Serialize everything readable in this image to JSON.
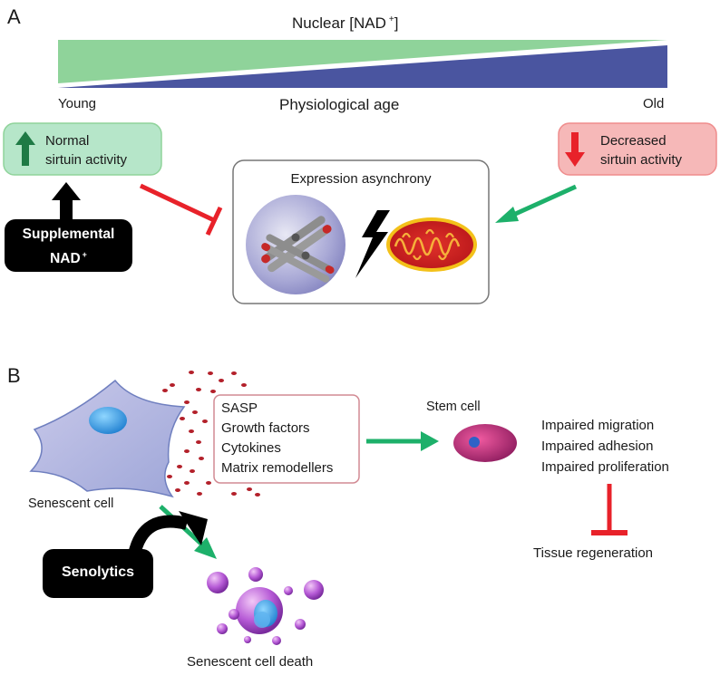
{
  "panel_a": {
    "letter": "A",
    "nad_label": "Nuclear [NAD",
    "nad_sup": "+",
    "nad_close": "]",
    "young": "Young",
    "old": "Old",
    "axis_label": "Physiological age",
    "normal_line1": "Normal",
    "normal_line2": "sirtuin activity",
    "decreased_line1": "Decreased",
    "decreased_line2": "sirtuin activity",
    "supplemental_line1": "Supplemental",
    "supplemental_line2": "NAD",
    "supplemental_sup": "+",
    "expression_title": "Expression asynchrony"
  },
  "panel_b": {
    "letter": "B",
    "factors": [
      "SASP",
      "Growth factors",
      "Cytokines",
      "Matrix remodellers"
    ],
    "stem_cell": "Stem cell",
    "impairments": [
      "Impaired migration",
      "Impaired adhesion",
      "Impaired proliferation"
    ],
    "tissue": "Tissue regeneration",
    "senescent_cell": "Senescent cell",
    "senolytics": "Senolytics",
    "death": "Senescent cell death"
  },
  "colors": {
    "green_wedge": "#8fd39a",
    "blue_wedge": "#4a55a0",
    "green_box": "#b6e6c9",
    "red_box": "#f6b8b8",
    "green_arrow": "#1db06a",
    "red_inhibit": "#e8222a"
  }
}
